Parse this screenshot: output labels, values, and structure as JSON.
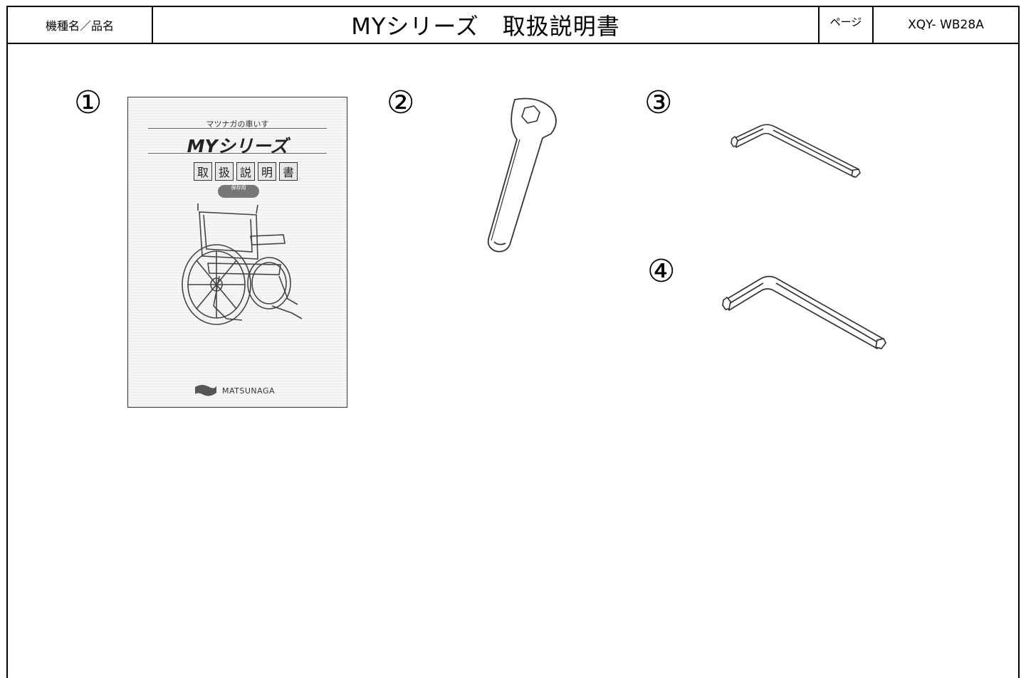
{
  "header": {
    "label": "機種名／品名",
    "title": "MYシリーズ　取扱説明書",
    "page_label": "ページ",
    "doc_code": "XQY- WB28A"
  },
  "items": [
    {
      "number": "①",
      "icon": "manual-booklet-icon"
    },
    {
      "number": "②",
      "icon": "box-wrench-icon"
    },
    {
      "number": "③",
      "icon": "small-hex-key-icon"
    },
    {
      "number": "④",
      "icon": "large-hex-key-icon"
    }
  ],
  "manual_cover": {
    "top_text": "マツナガの車いす",
    "series": "MYシリーズ",
    "title_chars": [
      "取",
      "扱",
      "説",
      "明",
      "書"
    ],
    "oval_text": "保存用",
    "brand": "MATSUNAGA"
  }
}
